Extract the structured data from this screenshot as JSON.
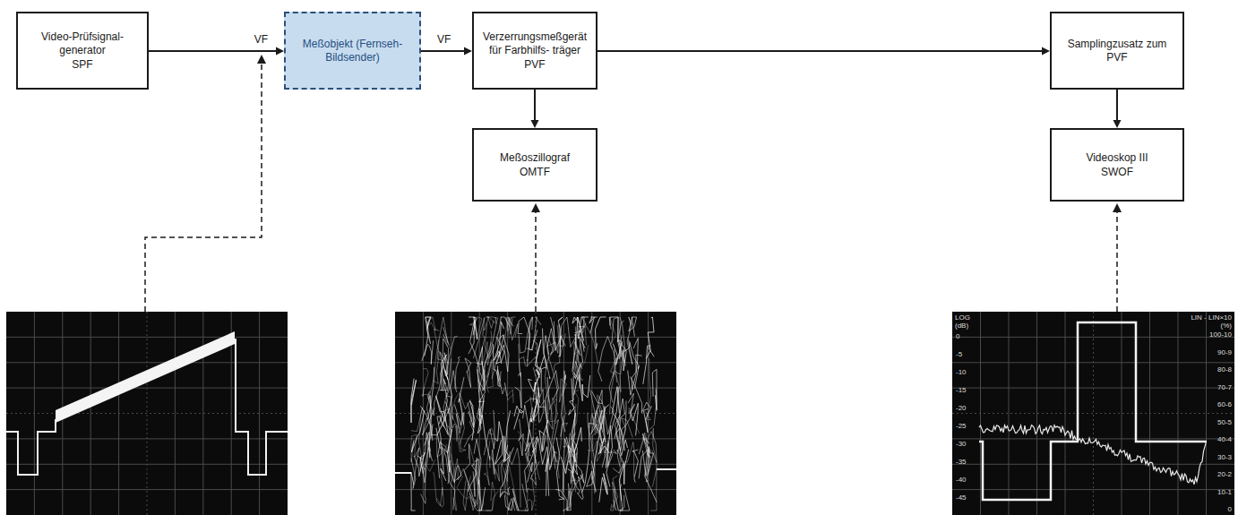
{
  "diagram": {
    "nodes": [
      {
        "text": [
          "Video-Prüfsignal- generator",
          "SPF"
        ]
      },
      {
        "text": [
          "Meßobjekt (Fernseh-Bildsender)"
        ]
      },
      {
        "text": [
          "Verzerrungsmeßgerät für Farbhilfs- träger",
          "PVF"
        ]
      },
      {
        "text": [
          "Samplingzusatz zum PVF"
        ]
      },
      {
        "text": [
          "Meßoszillograf",
          "OMTF"
        ]
      },
      {
        "text": [
          "Videoskop III",
          "SWOF"
        ]
      }
    ],
    "edges": [
      {
        "from": 0,
        "to": 1,
        "arrow": "to",
        "label": "VF"
      },
      {
        "from": 1,
        "to": 2,
        "arrow": "to",
        "label": "VF"
      },
      {
        "from": 2,
        "to": 3,
        "arrow": "to"
      },
      {
        "from": 2,
        "to": 4,
        "arrow": "to"
      },
      {
        "from": 3,
        "to": 5,
        "arrow": "to"
      }
    ],
    "labels": [
      "LOG",
      "(dB)",
      "0",
      "-5",
      "-10",
      "-15",
      "-20",
      "-25",
      "-30",
      "-35",
      "-40",
      "-45",
      "LIN - LIN×10",
      "(%)",
      "100-10",
      "90-9",
      "80-8",
      "70-7",
      "60-6",
      "50-5",
      "40-4",
      "30-3",
      "20-2",
      "10-1",
      "0"
    ]
  }
}
